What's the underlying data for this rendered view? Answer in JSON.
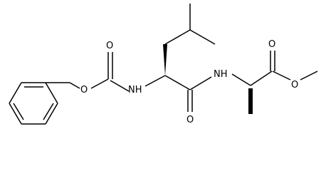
{
  "structure": {
    "atom_labels": {
      "carbamate_carbonyl_o": "O",
      "carbamate_ester_o": "O",
      "carbamate_nh": "NH",
      "amide_nh": "NH",
      "amide_carbonyl_o": "O",
      "ester_carbonyl_o": "O",
      "ester_o": "O"
    }
  },
  "colors": {
    "bond": "#000000",
    "text": "#000000",
    "background": "#ffffff"
  }
}
